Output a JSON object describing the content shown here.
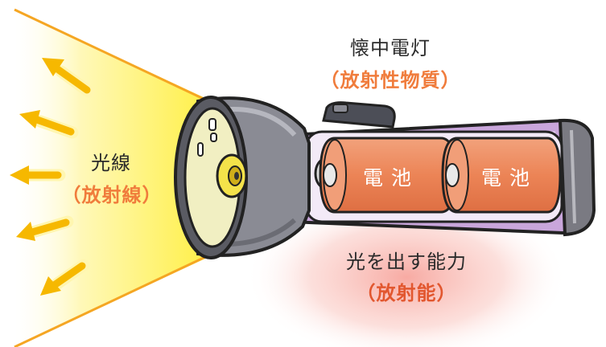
{
  "flashlight": {
    "title": "懐中電灯",
    "subtitle": "（放射性物質）"
  },
  "light": {
    "title": "光線",
    "subtitle": "（放射線）"
  },
  "ability": {
    "title": "光を出す能力",
    "subtitle": "（放射能）"
  },
  "batteries": [
    {
      "label": "電池"
    },
    {
      "label": "電池"
    }
  ],
  "colors": {
    "beam": "#fff38a",
    "arrow": "#f6b800",
    "body": "#c9a6db",
    "head": "#8a8b94",
    "battery": "#ee8b5e",
    "glow": "#f7a49a",
    "label_orange": "#f07c3c"
  }
}
